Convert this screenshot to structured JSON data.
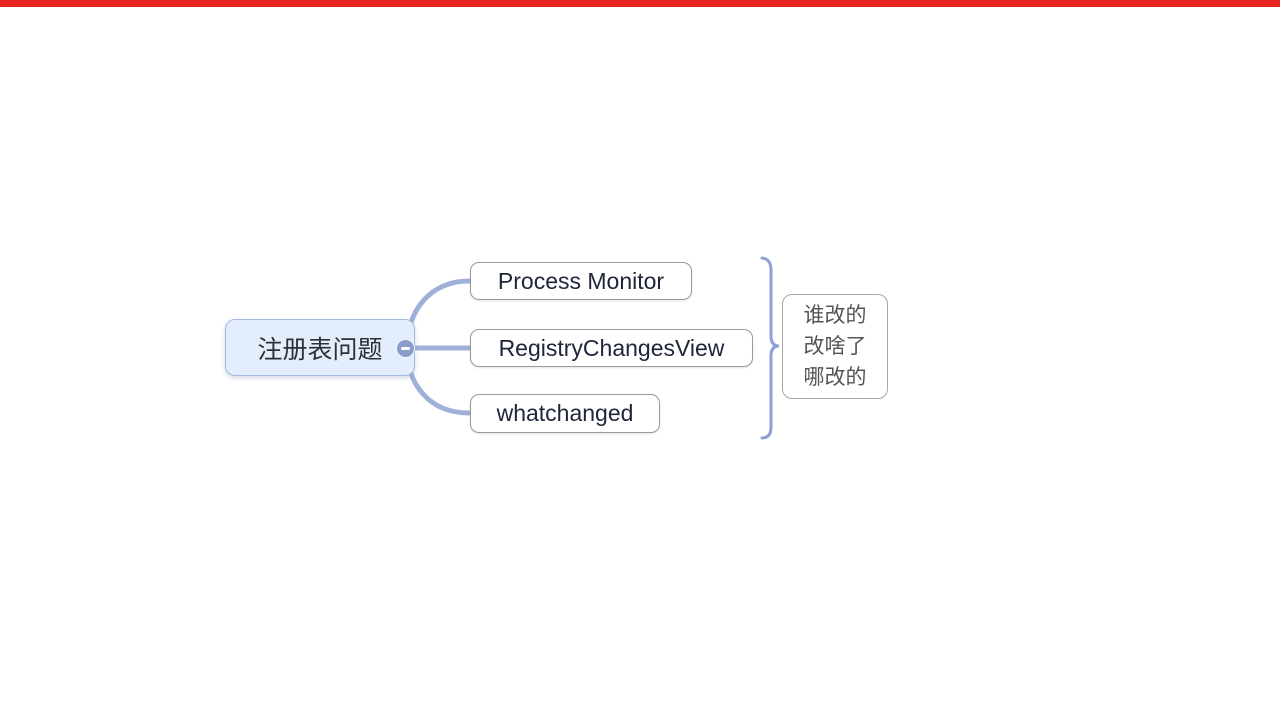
{
  "app": {
    "top_bar_color": "#e8251e",
    "background_color": "#ffffff"
  },
  "mindmap": {
    "root": {
      "label": "注册表问题"
    },
    "children": [
      {
        "label": "Process Monitor"
      },
      {
        "label": "RegistryChangesView"
      },
      {
        "label": "whatchanged"
      }
    ],
    "summary": {
      "lines": [
        "谁改的",
        "改啥了",
        "哪改的"
      ]
    },
    "collapse_button": {
      "state": "expanded",
      "symbol": "minus"
    },
    "colors": {
      "branch_line": "#9fb0d9",
      "brace": "#8fa0d8",
      "root_fill": "#e3edfb",
      "root_border": "#a6bbe2",
      "root_text": "#2e3038",
      "child_border": "#9a9a9a",
      "child_text": "#20263a",
      "summary_border": "#a6a6a6",
      "summary_text": "#555555",
      "collapse_fill": "#8a9cc9"
    }
  }
}
